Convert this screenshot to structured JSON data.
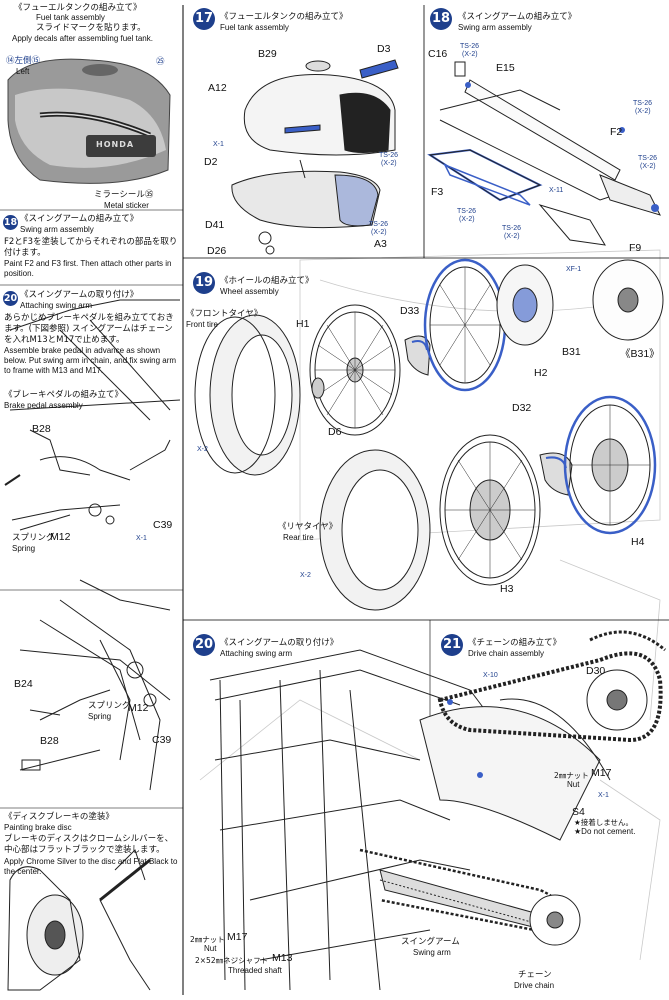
{
  "left": {
    "top_ja": "《フューエルタンクの組み立て》",
    "top_en": "Fuel tank assembly",
    "decal_ja": "スライドマークを貼ります。",
    "decal_en": "Apply decals after assembling fuel tank.",
    "decal_left_ja": "⑭左側⑮",
    "decal_left_en": "Left",
    "decal_25": "㉕",
    "metal_ja": "ミラーシール㉟",
    "metal_en": "Metal sticker",
    "honda": "HONDA",
    "s18_num": "18",
    "s18_ja": "《スイングアームの組み立て》",
    "s18_en": "Swing arm assembly",
    "s18_text_ja": "F2とF3を塗装してからそれぞれの部品を取り付けます。",
    "s18_text_en": "Paint F2 and F3 first. Then attach other parts in position.",
    "s20_num": "20",
    "s20_ja": "《スイングアームの取り付け》",
    "s20_en": "Attaching swing arm",
    "s20_text_ja": "あらかじめブレーキペダルを組み立てておきます。(下図参照) スイングアームはチェーンを入れM13とM17で止めます。",
    "s20_text_en": "Assemble brake pedal in advance as shown below. Put swing arm in chain, and fix swing arm to frame with M13 and M17.",
    "brake_ja": "《ブレーキペダルの組み立て》",
    "brake_en": "Brake pedal assembly",
    "b28": "B28",
    "spring_ja": "スプリング",
    "spring_en": "Spring",
    "m12": "M12",
    "c39": "C39",
    "x1": "X-1",
    "b24": "B24",
    "b28b": "B28",
    "spring2_ja": "スプリング",
    "spring2_en": "Spring",
    "m12b": "M12",
    "c39b": "C39",
    "disc_ja": "《ディスクブレーキの塗装》",
    "disc_en": "Painting brake disc",
    "disc_text_ja": "ブレーキのディスクはクロームシルバーを、中心部はフラットブラックで塗装します。",
    "disc_text_en": "Apply Chrome Silver to the disc and Flat Black to the center."
  },
  "s17": {
    "num": "17",
    "ja": "《フューエルタンクの組み立て》",
    "en": "Fuel tank assembly",
    "b29": "B29",
    "d3": "D3",
    "a12": "A12",
    "x1": "X-1",
    "d2": "D2",
    "ts26": "TS-26",
    "x2": "(X-2)",
    "d41": "D41",
    "d26": "D26",
    "ts26b": "TS-26",
    "x2b": "(X-2)",
    "a3": "A3"
  },
  "s18": {
    "num": "18",
    "ja": "《スイングアームの組み立て》",
    "en": "Swing arm assembly",
    "c16": "C16",
    "ts26a": "TS-26",
    "x2a": "(X-2)",
    "e15": "E15",
    "ts26b": "TS-26",
    "x2b": "(X-2)",
    "f2": "F2",
    "ts26c": "TS-26",
    "x2c": "(X-2)",
    "f3": "F3",
    "x11": "X-11",
    "ts26d": "TS-26",
    "x2d": "(X-2)",
    "ts26e": "TS-26",
    "x2e": "(X-2)",
    "f9": "F9"
  },
  "s19": {
    "num": "19",
    "ja": "《ホイールの組み立て》",
    "en": "Wheel assembly",
    "front_ja": "《フロントタイヤ》",
    "front_en": "Front tire",
    "h1": "H1",
    "d33": "D33",
    "xf1": "XF-1",
    "b31": "B31",
    "b31b": "《B31》",
    "h2": "H2",
    "d6": "D6",
    "x2": "X-2",
    "d32": "D32",
    "rear_ja": "《リヤタイヤ》",
    "rear_en": "Rear tire",
    "x2b": "X-2",
    "h4": "H4",
    "h3": "H3"
  },
  "s20": {
    "num": "20",
    "ja": "《スイングアームの取り付け》",
    "en": "Attaching swing arm",
    "nut_ja": "2㎜ナット",
    "m17": "M17",
    "nut_en": "Nut",
    "x1": "X-1",
    "s4": "S4",
    "nocement_ja": "★接着しません。",
    "nocement_en": "★Do not cement.",
    "nut2_ja": "2㎜ナット",
    "m17b": "M17",
    "nut2_en": "Nut",
    "shaft_ja": "2×52㎜ネジシャフト",
    "m13": "M13",
    "shaft_en": "Threaded shaft",
    "swing_ja": "スイングアーム",
    "swing_en": "Swing arm",
    "chain_ja": "チェーン",
    "chain_en": "Drive chain"
  },
  "s21": {
    "num": "21",
    "ja": "《チェーンの組み立て》",
    "en": "Drive chain assembly",
    "x10": "X-10",
    "d30": "D30"
  },
  "colors": {
    "accent": "#1e3f8c",
    "tape": "#3a5fc7"
  }
}
